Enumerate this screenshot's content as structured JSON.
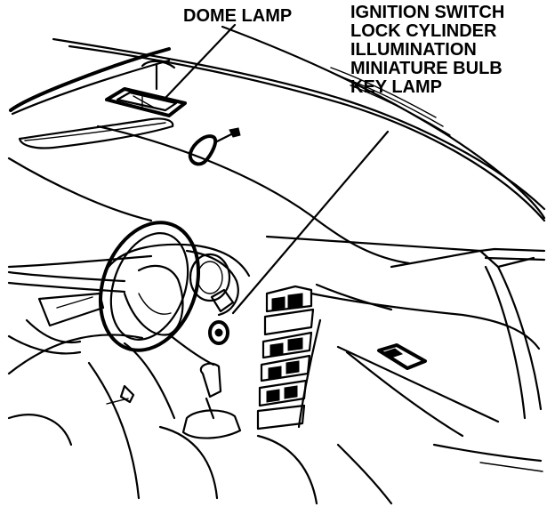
{
  "labels": {
    "dome_lamp": "DOME LAMP",
    "ignition": [
      "IGNITION SWITCH",
      "LOCK CYLINDER",
      "ILLUMINATION",
      "MINIATURE BULB",
      "KEY LAMP"
    ]
  },
  "colors": {
    "ink": "#000000",
    "paper": "#ffffff"
  }
}
